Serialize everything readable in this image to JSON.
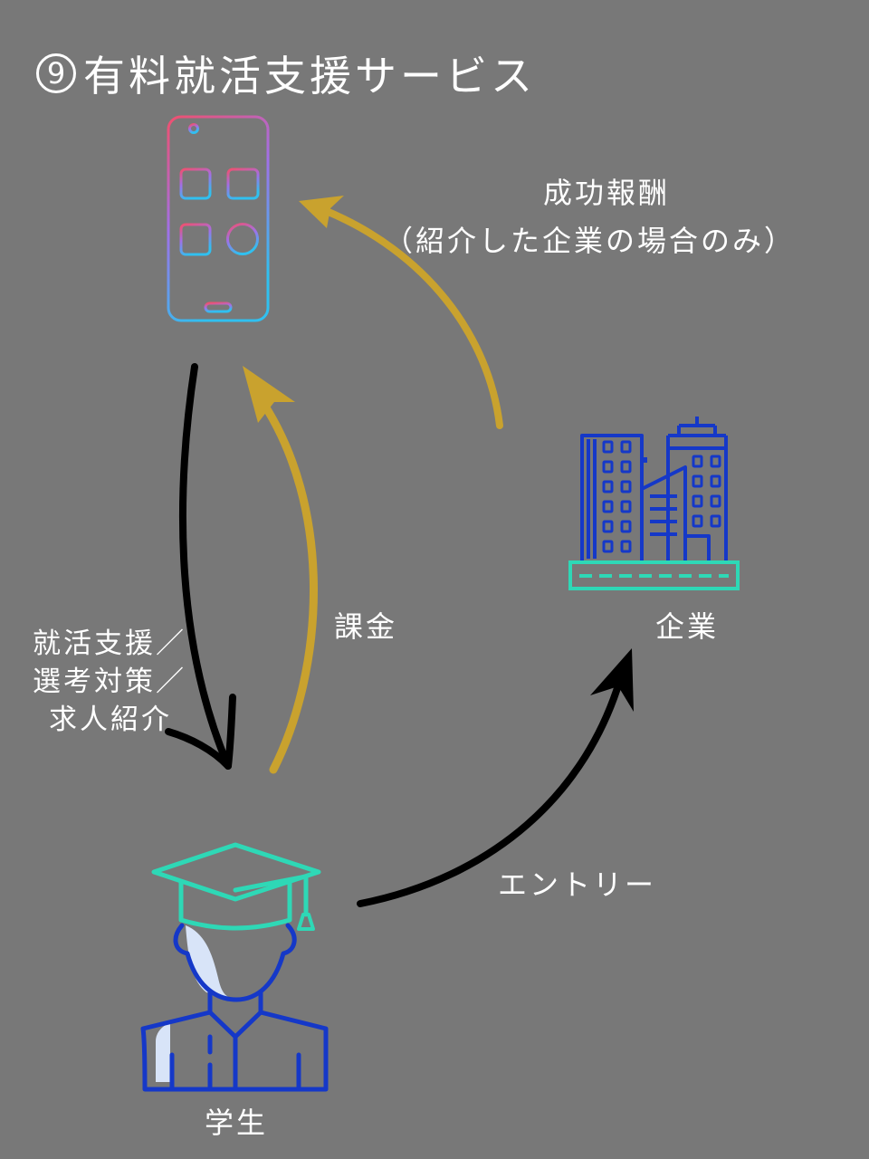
{
  "title": {
    "number": "9",
    "text": "有料就活支援サービス"
  },
  "nodes": {
    "app": {
      "icon": "smartphone-icon"
    },
    "company": {
      "icon": "office-buildings-icon",
      "label": "企業"
    },
    "student": {
      "icon": "graduate-student-icon",
      "label": "学生"
    }
  },
  "edges": {
    "success_fee": {
      "label_line1": "成功報酬",
      "label_line2": "（紹介した企業の場合のみ）"
    },
    "charge": {
      "label": "課金"
    },
    "support": {
      "line1": "就活支援／",
      "line2": "選考対策／",
      "line3": "求人紹介"
    },
    "entry": {
      "label": "エントリー"
    }
  },
  "colors": {
    "background": "#787878",
    "gold_arrow": "#C9A22E",
    "black_arrow": "#000000",
    "building_blue": "#1538C8",
    "teal": "#2ED8B6",
    "phone_gradient_start": "#F0506E",
    "phone_gradient_mid": "#A070E8",
    "phone_gradient_end": "#30C0F0"
  }
}
